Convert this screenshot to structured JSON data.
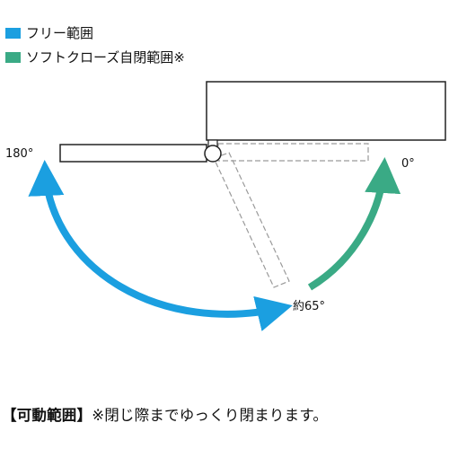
{
  "legend": [
    {
      "label": "フリー範囲",
      "color": "#1b9fe0"
    },
    {
      "label": "ソフトクローズ自閉範囲※",
      "color": "#3aaa85"
    }
  ],
  "labels": {
    "angle_180": "180°",
    "angle_0": "0°",
    "angle_65": "約65°"
  },
  "footer": {
    "heading": "【可動範囲】",
    "note": "※閉じ際までゆっくり閉まります。"
  },
  "colors": {
    "free_arc": "#1b9fe0",
    "soft_arc": "#3aaa85",
    "outline": "#222222",
    "ghost": "#9a9a9a"
  }
}
